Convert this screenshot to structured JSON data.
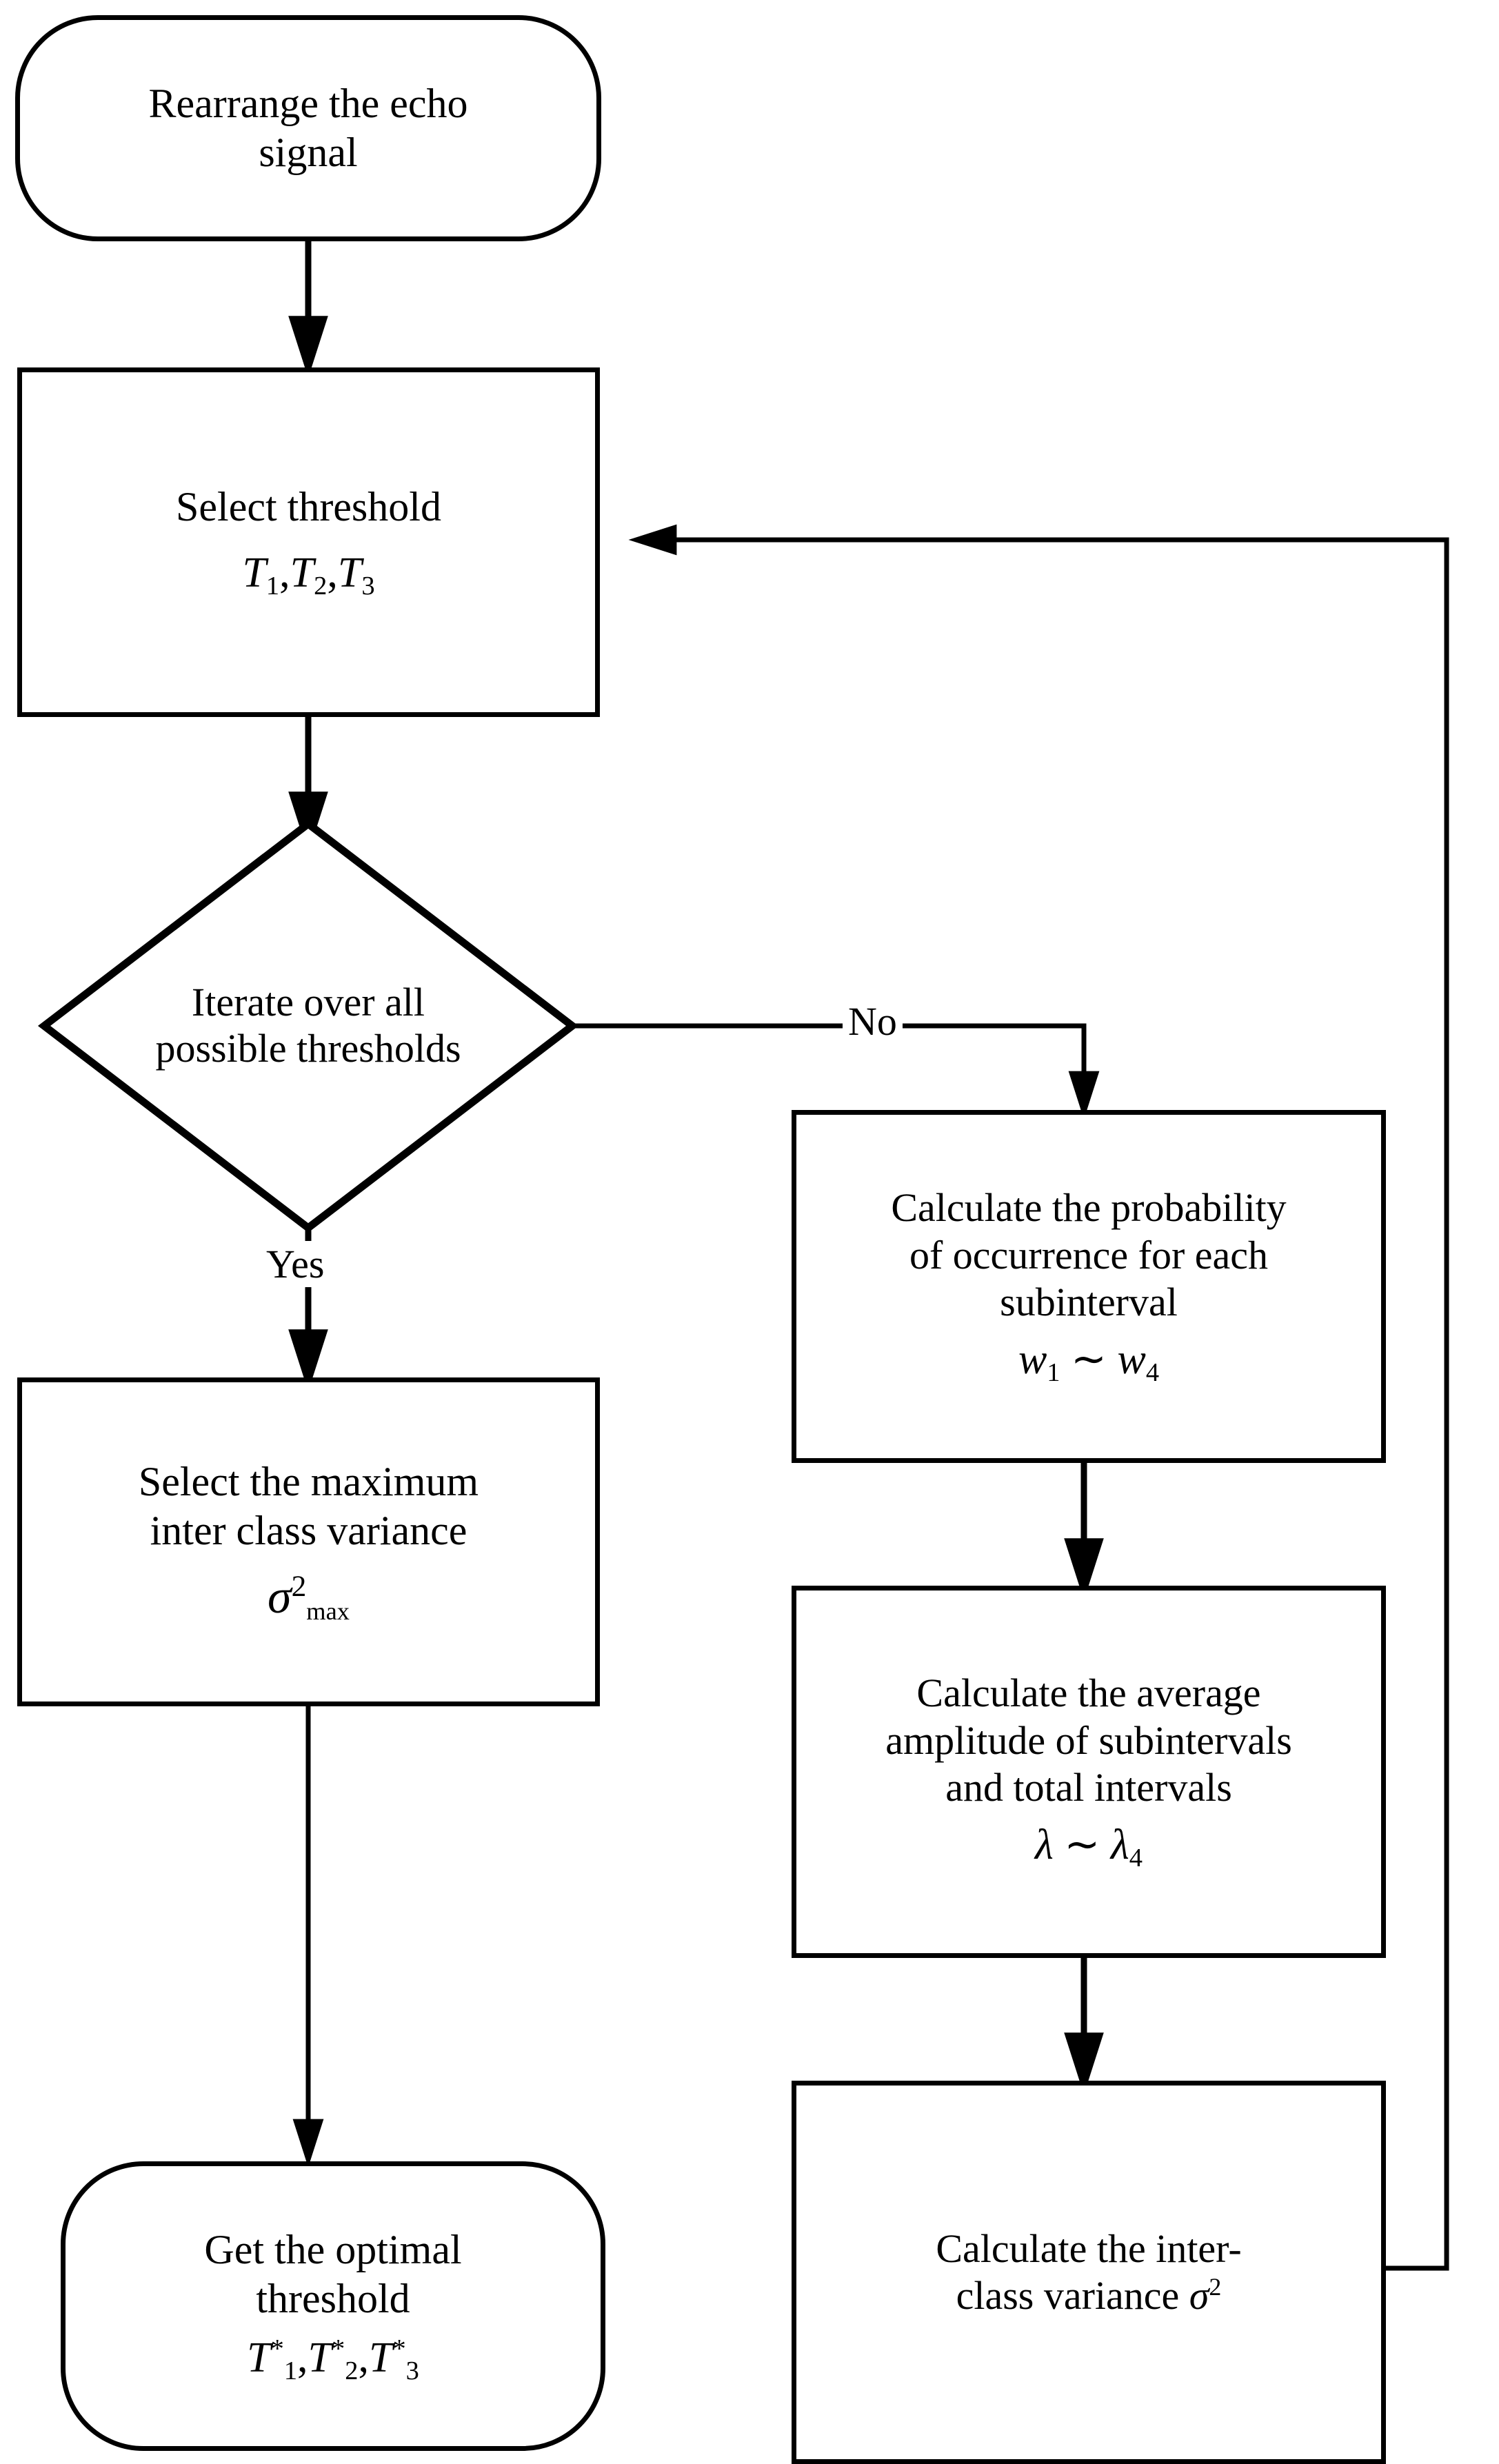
{
  "diagram": {
    "title": "Otsu multi-threshold selection flowchart",
    "type": "flowchart",
    "nodes": [
      {
        "id": "start",
        "shape": "terminal",
        "lines": [
          "Rearrange the echo",
          "signal"
        ]
      },
      {
        "id": "select-threshold",
        "shape": "process",
        "lines": [
          "Select threshold"
        ],
        "math": "T1 , T2 , T3"
      },
      {
        "id": "iterate-decision",
        "shape": "decision",
        "lines": [
          "Iterate over all",
          "possible thresholds"
        ]
      },
      {
        "id": "max-variance",
        "shape": "process",
        "lines": [
          "Select the maximum",
          "inter class variance"
        ],
        "math": "sigma^2 max"
      },
      {
        "id": "optimal-threshold",
        "shape": "terminal",
        "lines": [
          "Get the optimal",
          "threshold"
        ],
        "math": "T1* , T2* , T3*"
      },
      {
        "id": "probability",
        "shape": "process",
        "lines": [
          "Calculate the probability",
          "of occurrence for each",
          "subinterval"
        ],
        "math": "w1 ~ w4"
      },
      {
        "id": "average-amplitude",
        "shape": "process",
        "lines": [
          "Calculate the average",
          "amplitude of subintervals",
          "and total intervals"
        ],
        "math": "lambda ~ lambda4"
      },
      {
        "id": "inter-class-variance",
        "shape": "process",
        "lines": [
          "Calculate the inter-",
          "class variance"
        ],
        "math": "sigma^2"
      }
    ],
    "edge_labels": {
      "no": "No",
      "yes": "Yes"
    },
    "text": {
      "start_l1": "Rearrange the echo",
      "start_l2": "signal",
      "select_l1": "Select threshold",
      "decision_l1": "Iterate over all",
      "decision_l2": "possible thresholds",
      "maxvar_l1": "Select the maximum",
      "maxvar_l2": "inter class variance",
      "optimal_l1": "Get the optimal",
      "optimal_l2": "threshold",
      "prob_l1": "Calculate the probability",
      "prob_l2": "of occurrence for each",
      "prob_l3": "subinterval",
      "avg_l1": "Calculate the average",
      "avg_l2": "amplitude of subintervals",
      "avg_l3": "and total intervals",
      "inter_l1": "Calculate the inter-",
      "inter_l2": "class variance"
    },
    "symbols": {
      "T": "T",
      "one": "1",
      "two": "2",
      "three": "3",
      "star": "*",
      "comma": ",",
      "sigma": "σ",
      "sigma_sup": "2",
      "max": "max",
      "w": "w",
      "tilde": "∼",
      "w_sub1": "1",
      "w_sub4": "4",
      "lambda": "λ",
      "lambda_sub4": "4"
    },
    "colors": {
      "stroke": "#000000",
      "fill": "#ffffff",
      "text": "#000000"
    }
  }
}
